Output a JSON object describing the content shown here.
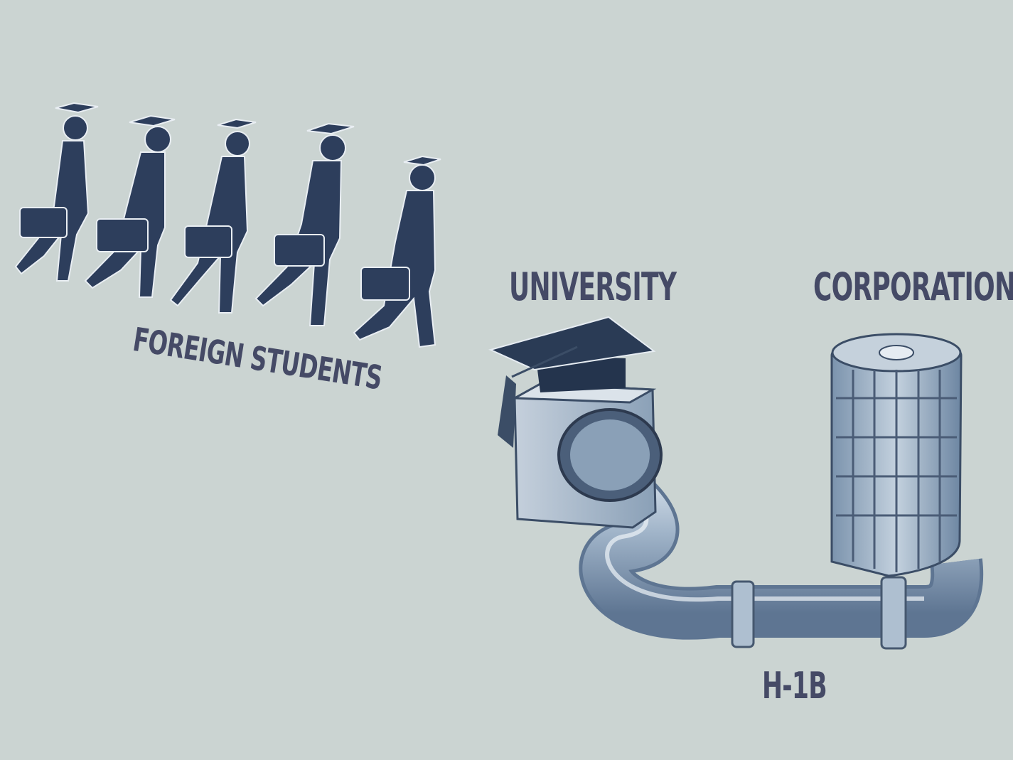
{
  "labels": {
    "students": "FOREIGN STUDENTS",
    "university": "UNIVERSITY",
    "corporation": "CORPORATION",
    "visa": "H-1B"
  },
  "colors": {
    "background": "#cbd4d2",
    "label": "#454a66",
    "figure": "#2d3e5c",
    "pipe": "#8ea4bd"
  }
}
